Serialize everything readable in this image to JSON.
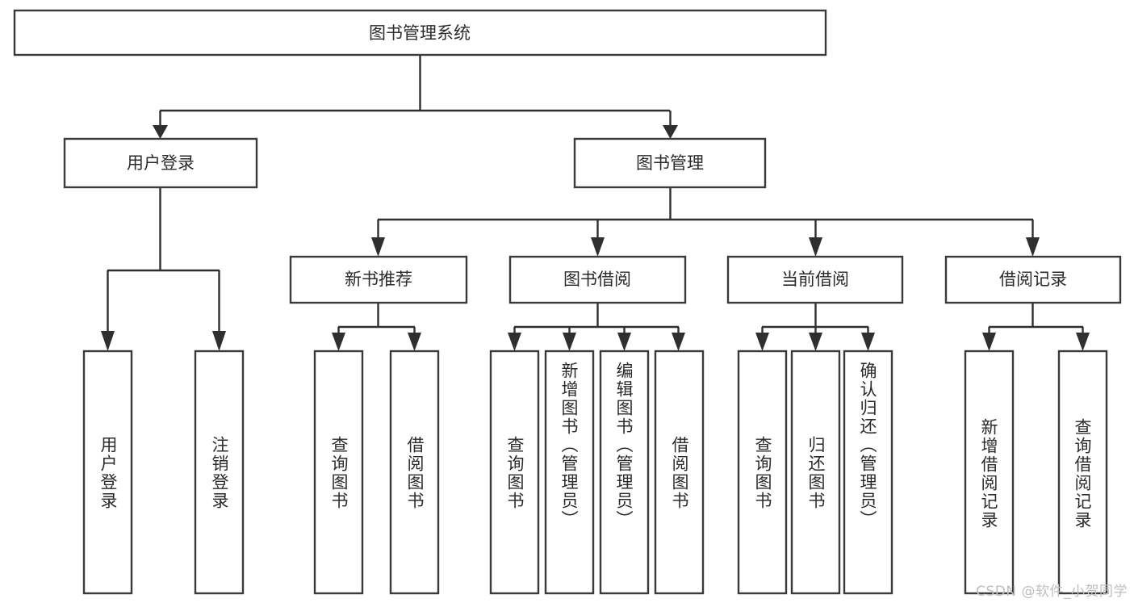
{
  "diagram": {
    "type": "hierarchy-tree",
    "title": "图书管理系统",
    "watermark": "CSDN @软件_小贺同学",
    "colors": {
      "box_stroke": "#3a3a3a",
      "box_fill": "#ffffff",
      "line": "#2f2f2f",
      "text": "#2b2b2b",
      "background": "#ffffff",
      "watermark": "#bfbfbf"
    },
    "levels": [
      {
        "level": 1,
        "nodes": [
          {
            "id": "root",
            "label": "图书管理系统",
            "orientation": "horizontal"
          }
        ]
      },
      {
        "level": 2,
        "nodes": [
          {
            "id": "login",
            "label": "用户登录",
            "orientation": "horizontal",
            "parent": "root"
          },
          {
            "id": "bookmgmt",
            "label": "图书管理",
            "orientation": "horizontal",
            "parent": "root"
          }
        ]
      },
      {
        "level": 3,
        "nodes": [
          {
            "id": "newbook",
            "label": "新书推荐",
            "orientation": "horizontal",
            "parent": "bookmgmt"
          },
          {
            "id": "borrow",
            "label": "图书借阅",
            "orientation": "horizontal",
            "parent": "bookmgmt"
          },
          {
            "id": "current",
            "label": "当前借阅",
            "orientation": "horizontal",
            "parent": "bookmgmt"
          },
          {
            "id": "record",
            "label": "借阅记录",
            "orientation": "horizontal",
            "parent": "bookmgmt"
          }
        ]
      },
      {
        "level": 4,
        "nodes": [
          {
            "id": "leaf-user-login",
            "label": "用户登录",
            "orientation": "vertical",
            "parent": "login"
          },
          {
            "id": "leaf-user-logout",
            "label": "注销登录",
            "orientation": "vertical",
            "parent": "login"
          },
          {
            "id": "leaf-newbook-query",
            "label": "查询图书",
            "orientation": "vertical",
            "parent": "newbook"
          },
          {
            "id": "leaf-newbook-borrow",
            "label": "借阅图书",
            "orientation": "vertical",
            "parent": "newbook"
          },
          {
            "id": "leaf-borrow-query",
            "label": "查询图书",
            "orientation": "vertical",
            "parent": "borrow"
          },
          {
            "id": "leaf-borrow-add",
            "label": "新增图书（管理员）",
            "orientation": "vertical",
            "parent": "borrow"
          },
          {
            "id": "leaf-borrow-edit",
            "label": "编辑图书（管理员）",
            "orientation": "vertical",
            "parent": "borrow"
          },
          {
            "id": "leaf-borrow-lend",
            "label": "借阅图书",
            "orientation": "vertical",
            "parent": "borrow"
          },
          {
            "id": "leaf-current-query",
            "label": "查询图书",
            "orientation": "vertical",
            "parent": "current"
          },
          {
            "id": "leaf-current-return",
            "label": "归还图书",
            "orientation": "vertical",
            "parent": "current"
          },
          {
            "id": "leaf-current-confirm",
            "label": "确认归还（管理员）",
            "orientation": "vertical",
            "parent": "current"
          },
          {
            "id": "leaf-record-add",
            "label": "新增借阅记录",
            "orientation": "vertical",
            "parent": "record"
          },
          {
            "id": "leaf-record-query",
            "label": "查询借阅记录",
            "orientation": "vertical",
            "parent": "record"
          }
        ]
      }
    ]
  }
}
